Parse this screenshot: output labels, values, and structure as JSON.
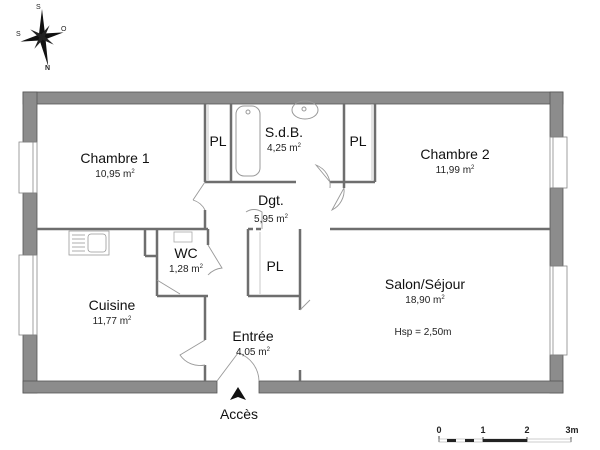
{
  "compass": {
    "labels": {
      "top": "S",
      "left": "S",
      "right": "O",
      "bottom": "N"
    }
  },
  "rooms": {
    "chambre1": {
      "name": "Chambre 1",
      "area": "10,95 m",
      "unit_sup": "2"
    },
    "sdb": {
      "name": "S.d.B.",
      "area": "4,25 m",
      "unit_sup": "2"
    },
    "chambre2": {
      "name": "Chambre 2",
      "area": "11,99 m",
      "unit_sup": "2"
    },
    "dgt": {
      "name": "Dgt.",
      "area": "5,95 m",
      "unit_sup": "2"
    },
    "wc": {
      "name": "WC",
      "area": "1,28 m",
      "unit_sup": "2"
    },
    "cuisine": {
      "name": "Cuisine",
      "area": "11,77 m",
      "unit_sup": "2"
    },
    "entree": {
      "name": "Entrée",
      "area": "4,05 m",
      "unit_sup": "2"
    },
    "salon": {
      "name": "Salon/Séjour",
      "area": "18,90 m",
      "unit_sup": "2",
      "note": "Hsp = 2,50m"
    }
  },
  "placards": [
    "PL",
    "PL",
    "PL"
  ],
  "access": {
    "label": "Accès"
  },
  "scale": {
    "ticks": [
      "0",
      "1",
      "2",
      "3m"
    ]
  },
  "colors": {
    "wall": "#8c8c8c",
    "wall_stroke": "#555555",
    "partition": "#6e6e6e",
    "fixture": "#999999"
  }
}
